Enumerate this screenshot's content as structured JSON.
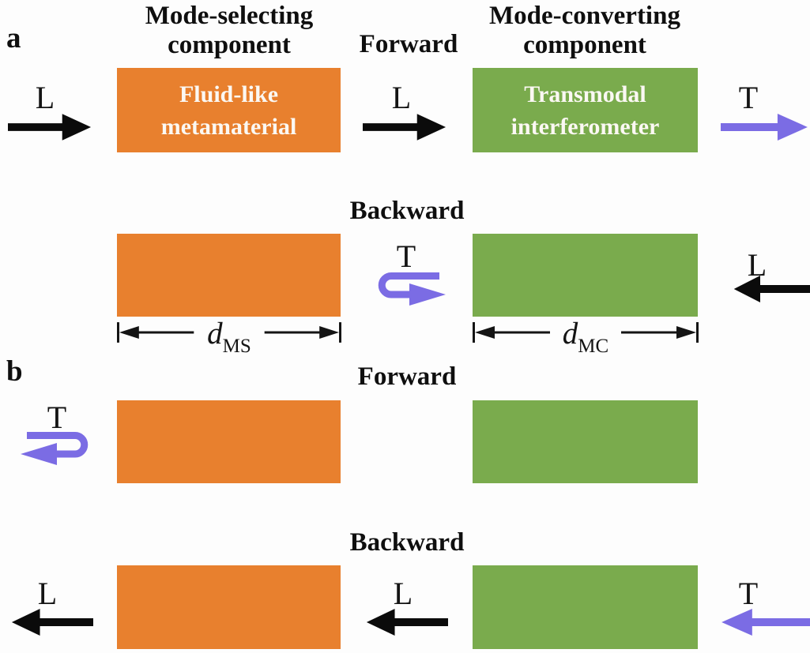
{
  "colors": {
    "orange_box": "#E8802E",
    "green_box": "#7AAB4D",
    "purple_arrow": "#7B6CE4",
    "black_arrow": "#0B0B0B",
    "box_text": "#FBF8F3"
  },
  "column_headers": {
    "mode_selecting": {
      "line1": "Mode-selecting",
      "line2": "component"
    },
    "mode_converting": {
      "line1": "Mode-converting",
      "line2": "component"
    }
  },
  "panel_a": {
    "label": "a",
    "forward": {
      "title": "Forward",
      "input_wave": "L",
      "between_wave": "L",
      "output_wave": "T",
      "ms_box": {
        "line1": "Fluid-like",
        "line2": "metamaterial"
      },
      "mc_box": {
        "line1": "Transmodal",
        "line2": "interferometer"
      }
    },
    "backward": {
      "title": "Backward",
      "reflected_wave": "T",
      "input_wave": "L"
    },
    "dimensions": {
      "ms": {
        "symbol": "d",
        "subscript": "MS"
      },
      "mc": {
        "symbol": "d",
        "subscript": "MC"
      }
    }
  },
  "panel_b": {
    "label": "b",
    "forward": {
      "title": "Forward",
      "reflected_wave": "T"
    },
    "backward": {
      "title": "Backward",
      "output_wave": "L",
      "between_wave": "L",
      "input_wave": "T"
    }
  }
}
